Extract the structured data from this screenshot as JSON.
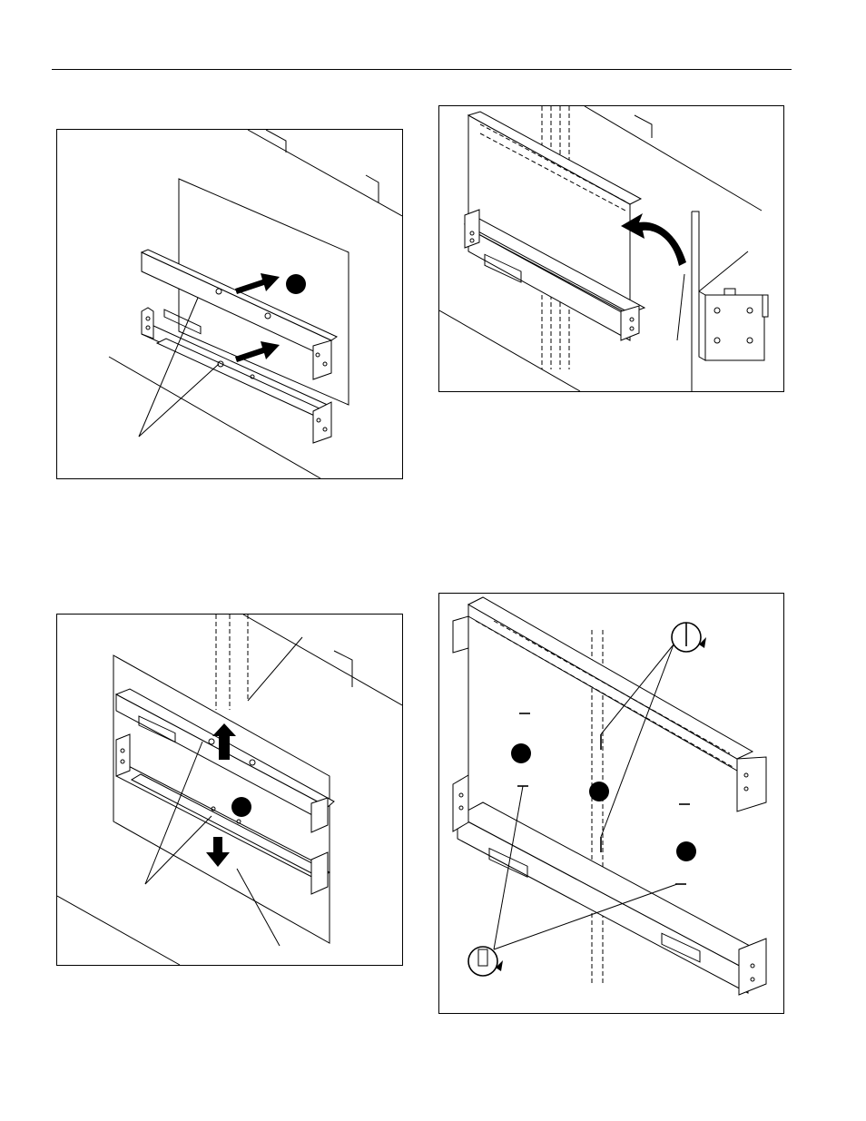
{
  "page": {
    "header_rule": true
  },
  "figures": [
    {
      "id": "fig1",
      "description_icons": [
        "bracket-rail-upper",
        "bracket-rail-lower",
        "arrow-icon",
        "callout-dot-icon"
      ]
    },
    {
      "id": "fig2",
      "description_icons": [
        "frame-assembly",
        "curved-arrow-icon",
        "detail-bracket"
      ]
    },
    {
      "id": "fig3",
      "description_icons": [
        "bracket-rail-upper",
        "bracket-rail-lower",
        "up-arrow-icon",
        "down-arrow-icon",
        "callout-dot-icon"
      ]
    },
    {
      "id": "fig4",
      "description_icons": [
        "frame-assembly",
        "screw-icon",
        "drill-rotate-icon",
        "wrench-rotate-icon",
        "callout-dot-icon"
      ]
    }
  ]
}
